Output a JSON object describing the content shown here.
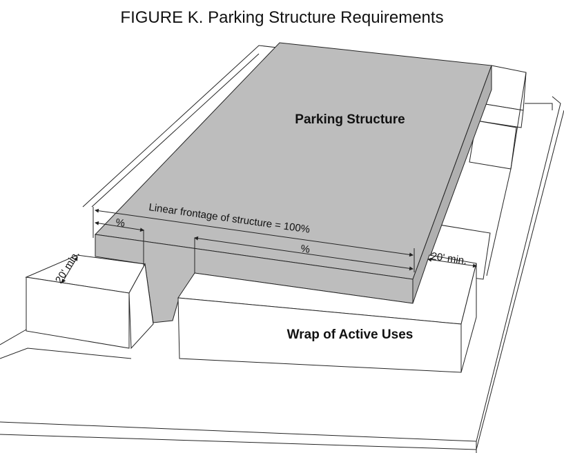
{
  "title": "FIGURE K. Parking Structure Requirements",
  "labels": {
    "parking": "Parking Structure",
    "wrap": "Wrap of Active Uses",
    "frontage": "Linear frontage of structure = 100%",
    "pct_left": "%",
    "pct_right": "%",
    "min_left": "20' min.",
    "min_right": "20' min."
  }
}
